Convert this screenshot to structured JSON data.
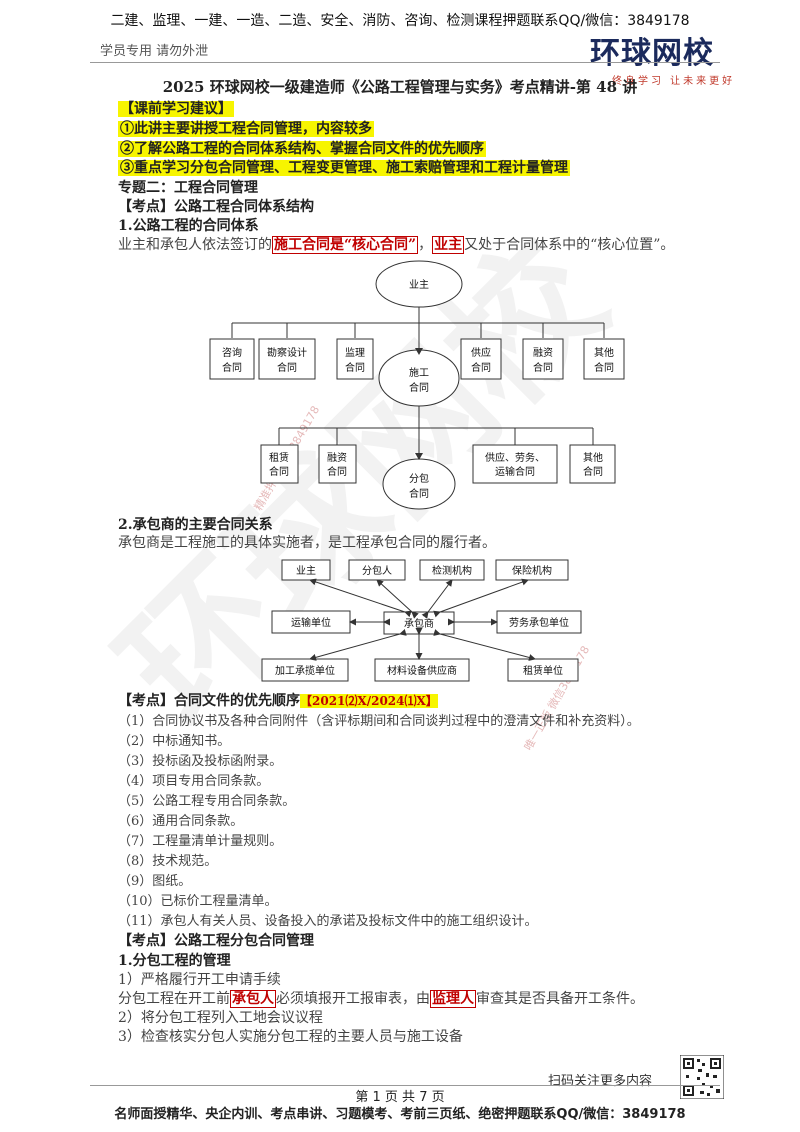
{
  "header": {
    "top_banner": "二建、监理、一建、一造、二造、安全、消防、咨询、检测课程押题联系QQ/微信：3849178",
    "left_note": "学员专用 请勿外泄",
    "logo_text": "环球网校",
    "logo_slogan": "终身学习 让未来更好"
  },
  "title": "2025 环球网校一级建造师《公路工程管理与实务》考点精讲-第 48 讲",
  "advice": {
    "heading": "【课前学习建议】",
    "items": [
      "①此讲主要讲授工程合同管理，内容较多",
      "②了解公路工程的合同体系结构、掌握合同文件的优先顺序",
      "③重点学习分包合同管理、工程变更管理、施工索赔管理和工程计量管理"
    ]
  },
  "topic": "专题二：工程合同管理",
  "kd1": {
    "heading": "【考点】公路工程合同体系结构",
    "sub1": "1.公路工程的合同体系",
    "para_pre": "业主和承包人依法签订的",
    "para_box1": "施工合同是“核心合同”",
    "para_mid": "，",
    "para_box2": "业主",
    "para_post": "又处于合同体系中的“核心位置”。",
    "diagram1": {
      "top": "业主",
      "upper": [
        [
          "咨询",
          "合同"
        ],
        [
          "勘察设计",
          "合同"
        ],
        [
          "监理",
          "合同"
        ],
        [
          "供应",
          "合同"
        ],
        [
          "融资",
          "合同"
        ],
        [
          "其他",
          "合同"
        ]
      ],
      "center": [
        "施工",
        "合同"
      ],
      "lower": [
        [
          "租赁",
          "合同"
        ],
        [
          "融资",
          "合同"
        ],
        [
          "供应、劳务、",
          "运输合同"
        ],
        [
          "其他",
          "合同"
        ]
      ],
      "bottom": [
        "分包",
        "合同"
      ]
    },
    "sub2": "2.承包商的主要合同关系",
    "para2": "承包商是工程施工的具体实施者，是工程承包合同的履行者。",
    "diagram2": {
      "center": "承包商",
      "top": [
        "业主",
        "分包人",
        "检测机构",
        "保险机构"
      ],
      "left": "运输单位",
      "right": "劳务承包单位",
      "bottom": [
        "加工承揽单位",
        "材料设备供应商",
        "租赁单位"
      ]
    }
  },
  "kd2": {
    "heading": "【考点】合同文件的优先顺序",
    "tag": "【2021⑵X/2024⑴X】",
    "items": [
      "（1）合同协议书及各种合同附件（含评标期间和合同谈判过程中的澄清文件和补充资料）。",
      "（2）中标通知书。",
      "（3）投标函及投标函附录。",
      "（4）项目专用合同条款。",
      "（5）公路工程专用合同条款。",
      "（6）通用合同条款。",
      "（7）工程量清单计量规则。",
      "（8）技术规范。",
      "（9）图纸。",
      "（10）已标价工程量清单。",
      "（11）承包人有关人员、设备投入的承诺及投标文件中的施工组织设计。"
    ]
  },
  "kd3": {
    "heading": "【考点】公路工程分包合同管理",
    "sub1": "1.分包工程的管理",
    "l1": "1）严格履行开工申请手续",
    "p_pre": "分包工程在开工前",
    "p_box1": "承包人",
    "p_mid": "必须填报开工报审表，由",
    "p_box2": "监理人",
    "p_post": "审查其是否具备开工条件。",
    "l2": "2）将分包工程列入工地会议议程",
    "l3": "3）检查核实分包人实施分包工程的主要人员与施工设备"
  },
  "footer": {
    "scan": "扫码关注更多内容",
    "page": "第 1 页 共 7 页",
    "bottom": "名师面授精华、央企内训、考点串讲、习题模考、考前三页纸、绝密押题联系QQ/微信：3849178"
  },
  "watermark": {
    "big": "环球网校",
    "small1": "精准押题 微信3849178",
    "small2": "唯一正版 微信3849178"
  }
}
